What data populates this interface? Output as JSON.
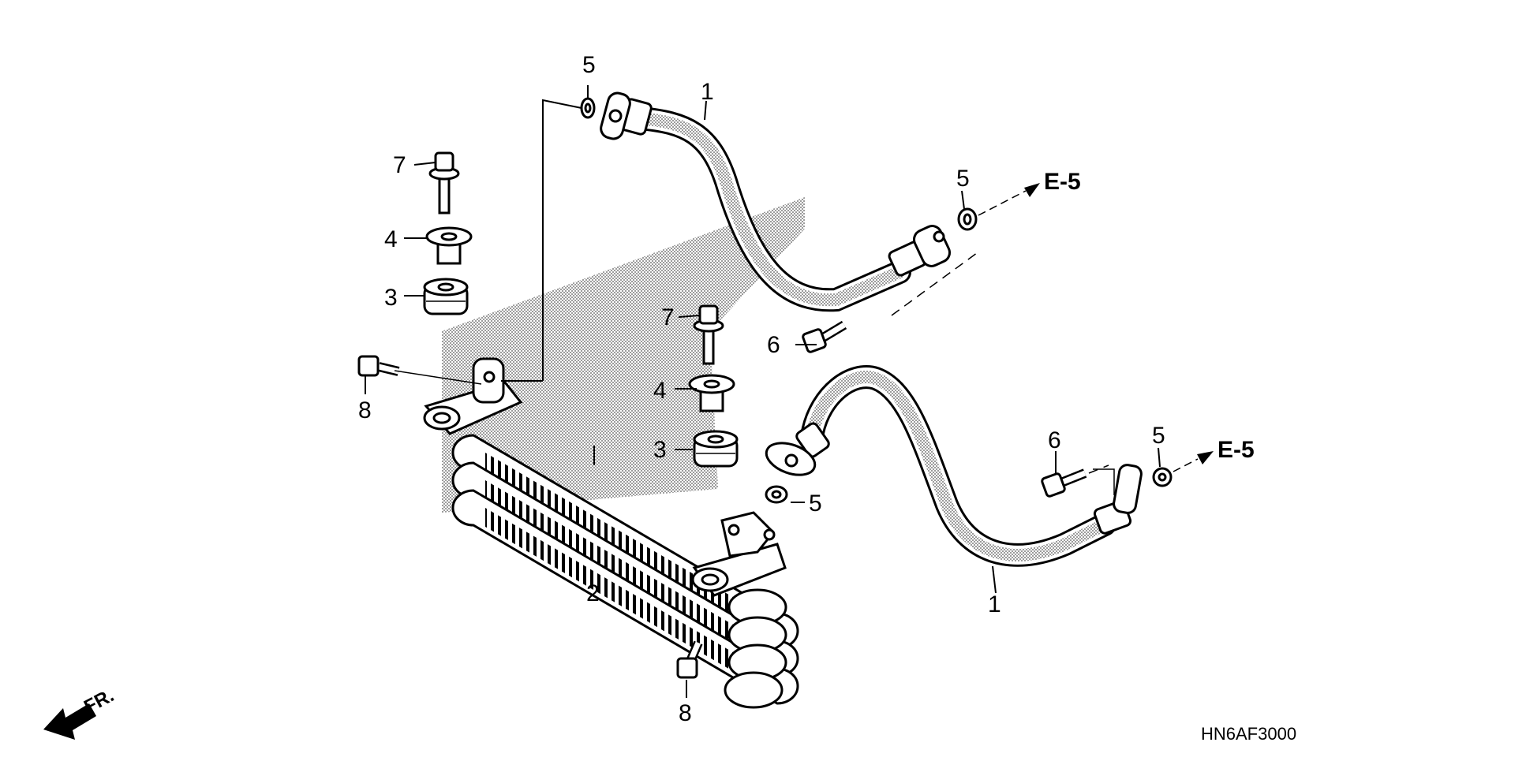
{
  "callouts": {
    "c1a": "1",
    "c1b": "1",
    "c2": "2",
    "c3a": "3",
    "c3b": "3",
    "c4a": "4",
    "c4b": "4",
    "c5a": "5",
    "c5b": "5",
    "c5c": "5",
    "c5d": "5",
    "c6a": "6",
    "c6b": "6",
    "c7a": "7",
    "c7b": "7",
    "c8a": "8",
    "c8b": "8"
  },
  "refs": {
    "e5a": "E-5",
    "e5b": "E-5"
  },
  "direction_label": "FR.",
  "diagram_code": "HN6AF3000",
  "colors": {
    "line": "#000000",
    "shading": "#8a8a8a",
    "background": "#ffffff"
  }
}
